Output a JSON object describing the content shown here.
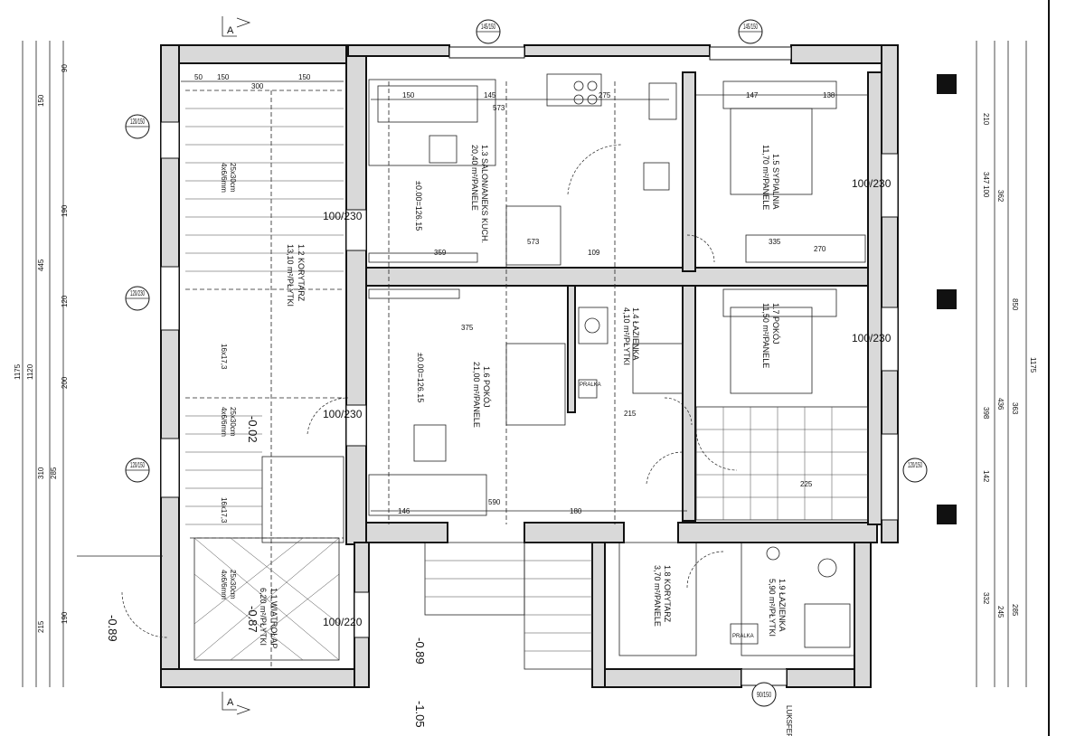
{
  "rooms": [
    {
      "id": "salon",
      "label": "1.3  SALON/ANEKS KUCH.",
      "area": "20,40 m²/PANELE",
      "level": "±0.00=126.15"
    },
    {
      "id": "sypialnia",
      "label": "1.5  SYPIALNIA",
      "area": "11,70 m²/PANELE"
    },
    {
      "id": "pokoj1",
      "label": "1.6  POKÓJ",
      "area": "21,00 m²/PANELE",
      "level": "±0.00=126.15"
    },
    {
      "id": "pokoj2",
      "label": "1.7  POKÓJ",
      "area": "11,50 m²/PANELE"
    },
    {
      "id": "lazienka1",
      "label": "1.4  ŁAZIENKA",
      "area": "4,10 m²/PŁYTKI"
    },
    {
      "id": "korytarz",
      "label": "1.2  KORYTARZ",
      "area": "13,10 m²/PŁYTKI"
    },
    {
      "id": "wiatrolap",
      "label": "1.1  WIATROŁAP",
      "area": "6,20 m²/PŁYTKI"
    },
    {
      "id": "korytarz2",
      "label": "1.8  KORYTARZ",
      "area": "3,70 m²/PANELE"
    },
    {
      "id": "lazienka2",
      "label": "1.9  ŁAZIENKA",
      "area": "5,90 m²/PŁYTKI"
    }
  ],
  "windows": [
    "145/150",
    "145/150",
    "120/150",
    "120/230",
    "120/150",
    "100/230",
    "100/230",
    "100/230",
    "100/220",
    "100/230",
    "120/150",
    "90/150"
  ],
  "section_marks": [
    "A",
    "A"
  ],
  "levels": [
    "-0.02",
    "-0.87",
    "-0.89",
    "-0.89",
    "-1.05"
  ],
  "stairs": [
    "16x17,3",
    "25x30cm",
    "4x6/6mm"
  ],
  "labels": {
    "pralka": "PRALKA",
    "luksfery": "LUKSFERY"
  },
  "dims_top": [
    "50",
    "150",
    "300",
    "150",
    "150",
    "145",
    "573",
    "275",
    "147",
    "138"
  ],
  "dims_mid": [
    "573",
    "359",
    "109",
    "335",
    "270",
    "375",
    "215",
    "180",
    "590",
    "146",
    "225"
  ],
  "dims_left": [
    "90",
    "150",
    "190",
    "445",
    "120",
    "200",
    "310",
    "285",
    "190",
    "215",
    "1120",
    "1175"
  ],
  "dims_right": [
    "210",
    "347",
    "362",
    "100",
    "850",
    "436",
    "363",
    "398",
    "142",
    "332",
    "285",
    "245",
    "1175"
  ]
}
